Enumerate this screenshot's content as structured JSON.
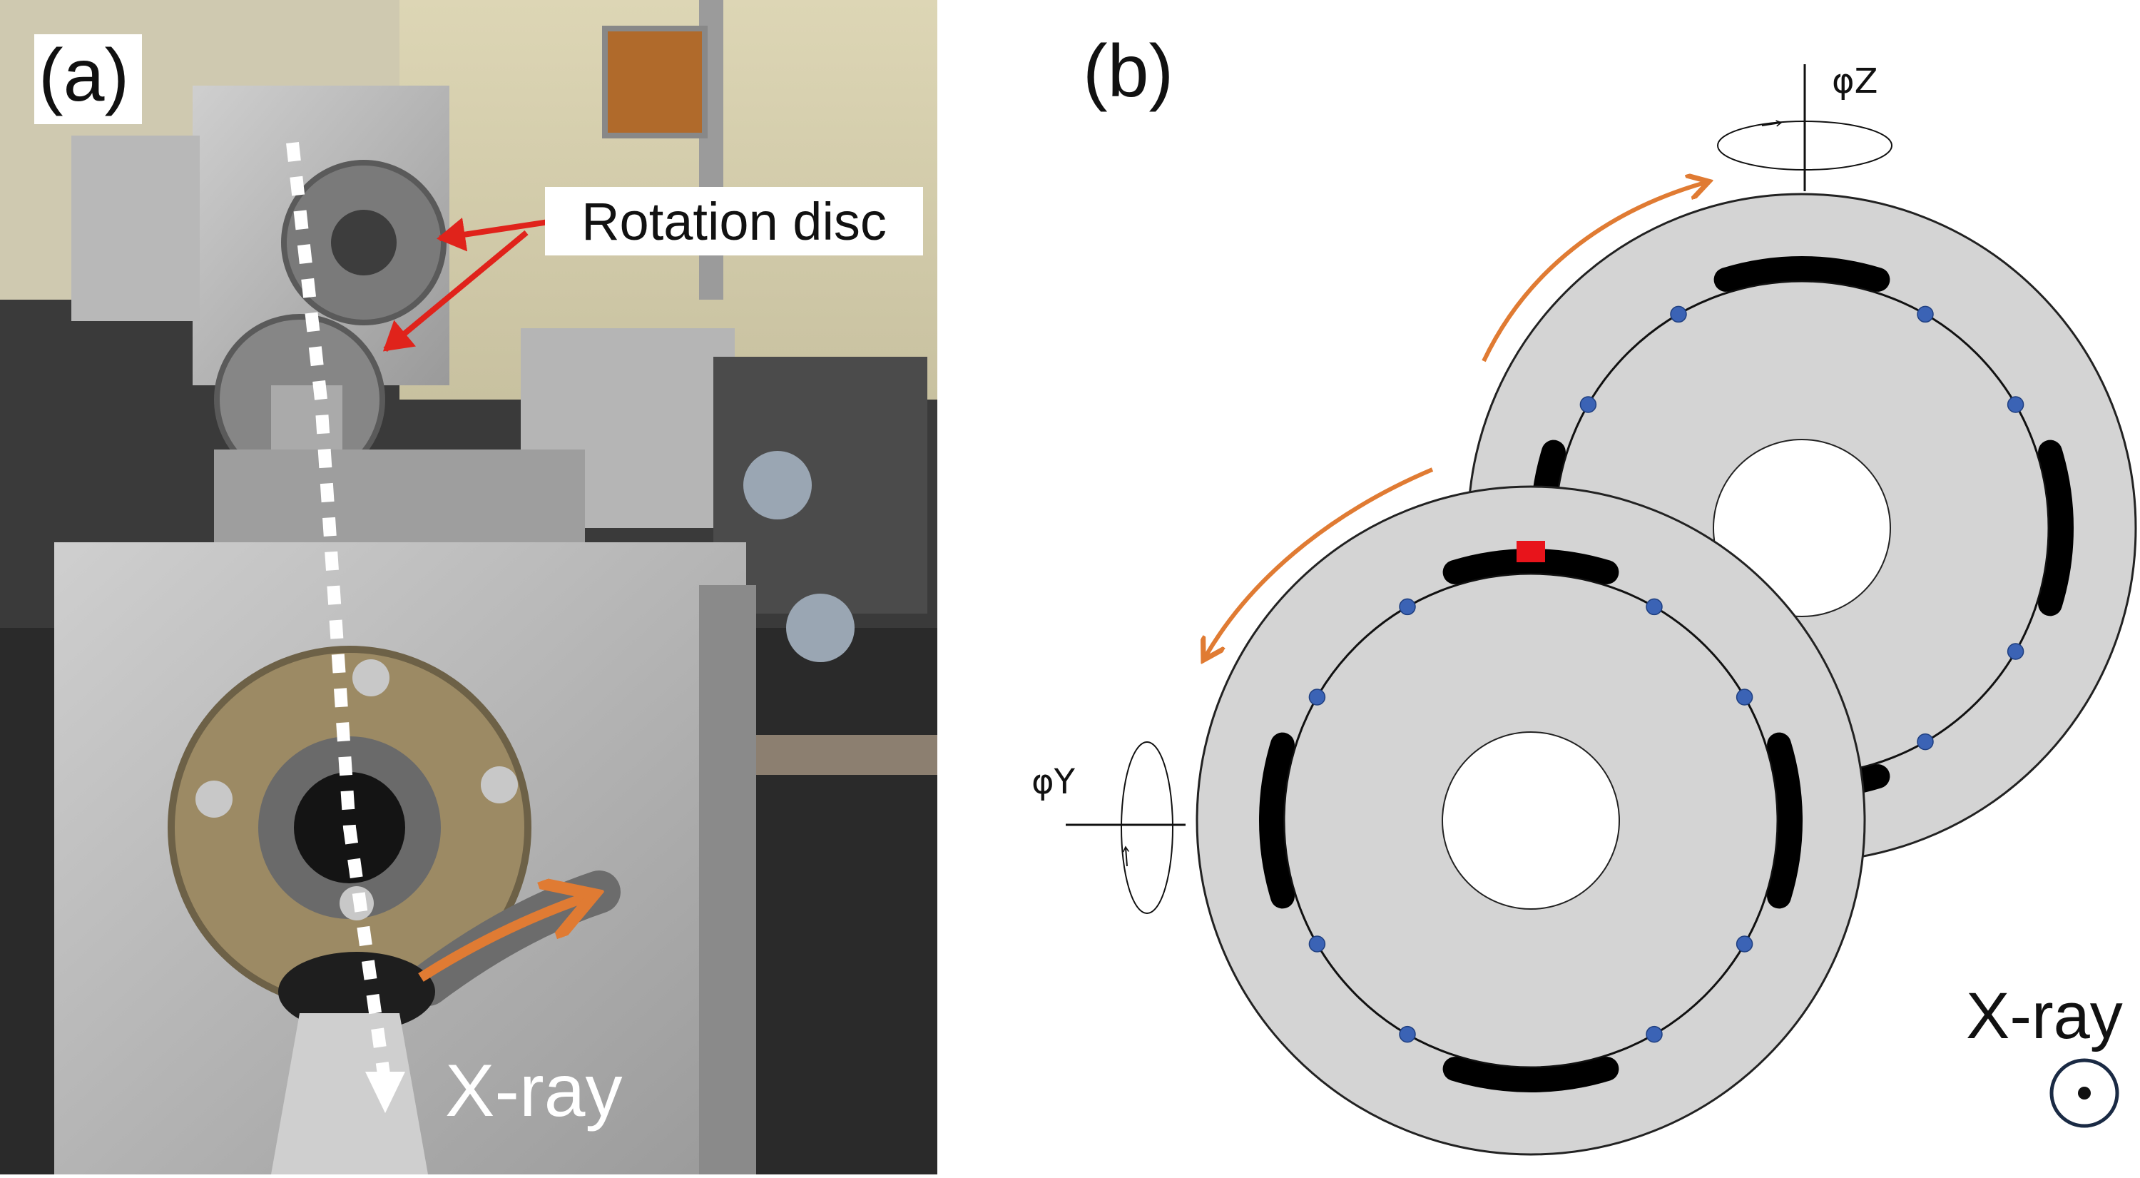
{
  "panels": {
    "a": {
      "label": "(a)"
    },
    "b": {
      "label": "(b)"
    }
  },
  "photo": {
    "callout": "Rotation disc",
    "beam_label": "X-ray"
  },
  "diagram": {
    "axis_z": "φZ",
    "axis_y": "φY",
    "beam_label": "X-ray"
  },
  "colors": {
    "disc_fill": "#d4d4d4",
    "slot": "#000000",
    "marker": "#3b63b5",
    "sample": "#e8141b",
    "arrow_orange": "#e07b33",
    "callout_arrow": "#e0231b"
  }
}
